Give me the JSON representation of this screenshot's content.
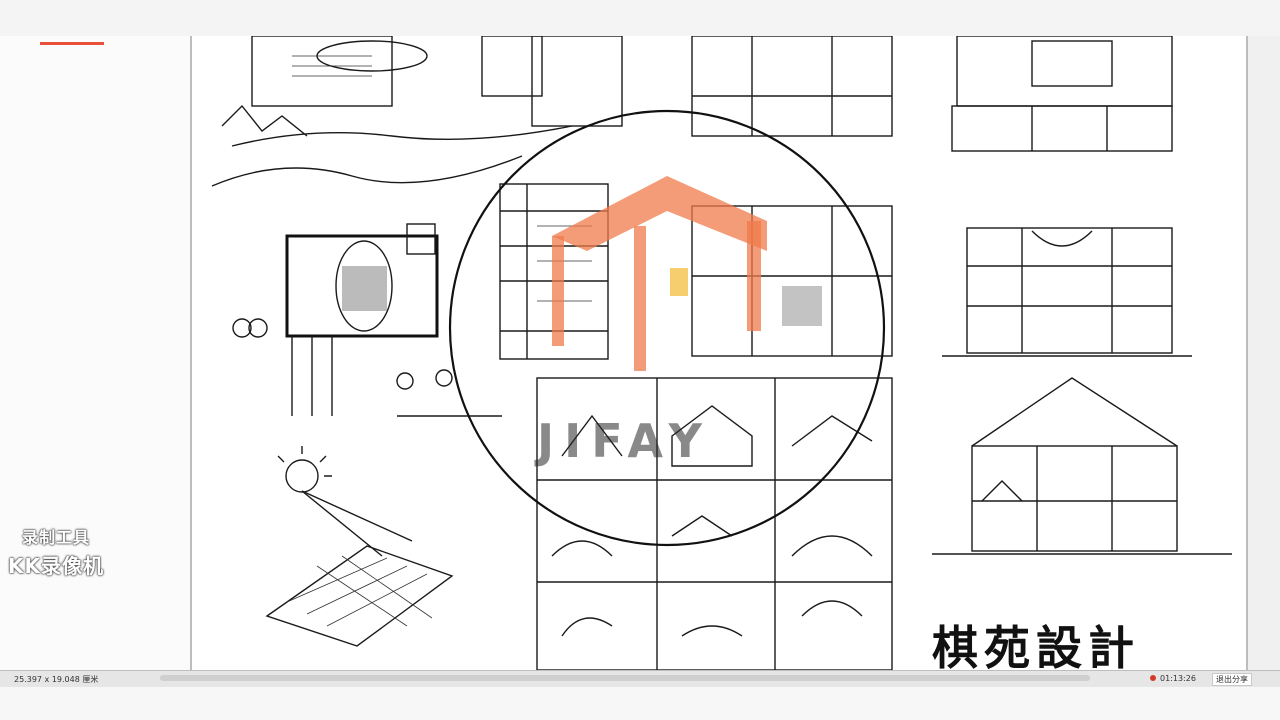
{
  "overlay": {
    "recorder_watermark_line1": "录制工具",
    "recorder_watermark_line2": "KK录像机"
  },
  "canvas": {
    "title_calligraphy": "棋苑設計",
    "logo_text": "JIFAY",
    "colors": {
      "logo_orange": "#f07a4a",
      "logo_yellow": "#f5c24a",
      "circle": "#111111",
      "ink": "#1a1a1a"
    }
  },
  "status_bar": {
    "dimensions": "25.397 x 19.048 厘米",
    "timer": "01:13:26",
    "stop_label": "退出分享"
  }
}
